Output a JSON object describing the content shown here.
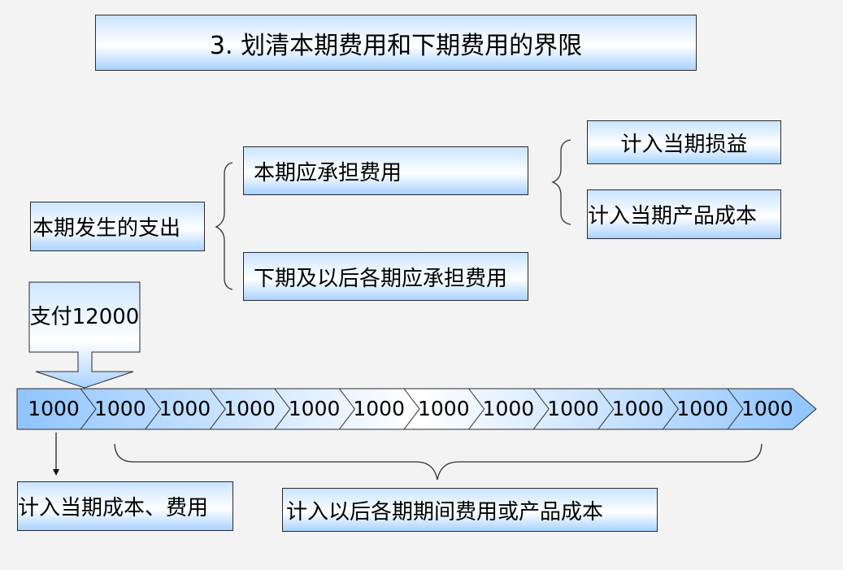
{
  "title": "3. 划清本期费用和下期费用的界限",
  "source_label": "本期发生的支出",
  "current_label": "本期应承担费用",
  "future_label": "下期及以后各期应承担费用",
  "pl_label": "计入当期损益",
  "product_cost_label": "计入当期产品成本",
  "payment_label": "支付12000",
  "segments": [
    "1000",
    "1000",
    "1000",
    "1000",
    "1000",
    "1000",
    "1000",
    "1000",
    "1000",
    "1000",
    "1000",
    "1000"
  ],
  "now_label": "计入当期成本、费用",
  "later_label": "计入以后各期期间费用或产品成本"
}
